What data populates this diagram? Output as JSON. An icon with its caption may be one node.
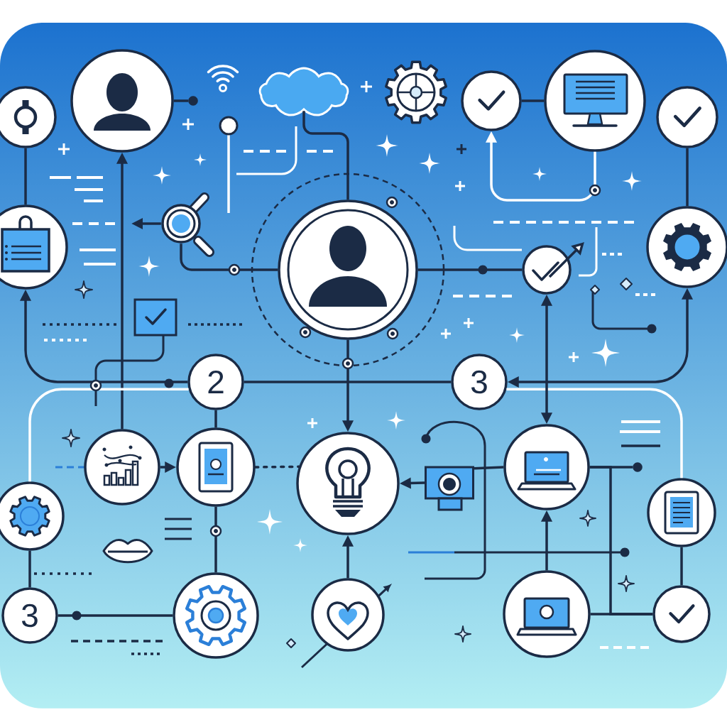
{
  "diagram": {
    "nodes": [
      {
        "text": [],
        "shape": "circle"
      },
      {
        "text": [],
        "shape": "circle"
      },
      {
        "text": [],
        "shape": "circle"
      },
      {
        "text": [],
        "shape": "cloud"
      },
      {
        "text": [],
        "shape": "circle"
      },
      {
        "text": [],
        "shape": "circle"
      },
      {
        "text": [],
        "shape": "circle"
      },
      {
        "text": [],
        "shape": "circle"
      },
      {
        "text": [],
        "shape": "picture"
      },
      {
        "text": [],
        "shape": "circle"
      },
      {
        "text": [],
        "shape": "circle"
      },
      {
        "text": [],
        "shape": "circle"
      },
      {
        "text": [
          "2"
        ]
      },
      {
        "text": [
          "3"
        ]
      },
      {
        "text": [],
        "shape": "circle"
      },
      {
        "text": [],
        "shape": "circle"
      },
      {
        "text": [],
        "shape": "circle"
      },
      {
        "text": [],
        "shape": "box"
      },
      {
        "text": [],
        "shape": "circle"
      },
      {
        "text": [],
        "shape": "circle"
      },
      {
        "text": [],
        "shape": "circle"
      },
      {
        "text": [],
        "shape": "circle"
      },
      {
        "text": [
          "3"
        ]
      },
      {
        "text": [],
        "shape": "circle"
      },
      {
        "text": [],
        "shape": "circle"
      },
      {
        "text": [],
        "shape": "circle"
      },
      {
        "text": [],
        "shape": "circle"
      }
    ],
    "edges": [
      {
        "from": 0,
        "to": 7,
        "arrow": "none"
      },
      {
        "from": 1,
        "to": 2,
        "arrow": "none"
      },
      {
        "from": 14,
        "to": 1,
        "arrow": "to"
      },
      {
        "from": 12,
        "to": 7,
        "arrow": "to"
      },
      {
        "from": 12,
        "to": 20,
        "arrow": "none",
        "color": "#ffffff"
      },
      {
        "from": 20,
        "to": 22,
        "arrow": "none"
      },
      {
        "from": 22,
        "to": 23,
        "arrow": "none"
      },
      {
        "from": 12,
        "to": 15,
        "arrow": "none"
      },
      {
        "from": 14,
        "to": 15,
        "arrow": "to"
      },
      {
        "from": 15,
        "to": 16,
        "arrow": "none",
        "style": "dashed"
      },
      {
        "from": 15,
        "to": 23,
        "arrow": "none"
      },
      {
        "from": 12,
        "to": 13,
        "arrow": "none"
      },
      {
        "from": 11,
        "to": 13,
        "arrow": "both"
      },
      {
        "from": 13,
        "to": 21,
        "arrow": "none",
        "color": "#ffffff"
      },
      {
        "from": 6,
        "to": 11,
        "arrow": "none"
      },
      {
        "from": 4,
        "to": 5,
        "arrow": "none"
      },
      {
        "from": 5,
        "to": 4,
        "arrow": "to",
        "color": "#ffffff"
      },
      {
        "from": 3,
        "to": 9,
        "arrow": "none"
      },
      {
        "from": 8,
        "to": 9,
        "arrow": "none"
      },
      {
        "from": 8,
        "to": null,
        "arrow": "to"
      },
      {
        "from": 9,
        "to": 10,
        "arrow": "none"
      },
      {
        "from": 9,
        "to": 16,
        "arrow": "to"
      },
      {
        "from": 24,
        "to": 16,
        "arrow": "to"
      },
      {
        "from": 17,
        "to": 16,
        "arrow": "to"
      },
      {
        "from": 17,
        "to": 18,
        "arrow": "none"
      },
      {
        "from": 10,
        "to": 18,
        "arrow": "both"
      },
      {
        "from": 25,
        "to": 18,
        "arrow": "to"
      },
      {
        "from": 18,
        "to": 19,
        "arrow": "none"
      },
      {
        "from": 25,
        "to": 26,
        "arrow": "none"
      },
      {
        "from": 18,
        "to": 26,
        "arrow": "none"
      },
      {
        "from": 21,
        "to": 26,
        "arrow": "none"
      }
    ]
  }
}
